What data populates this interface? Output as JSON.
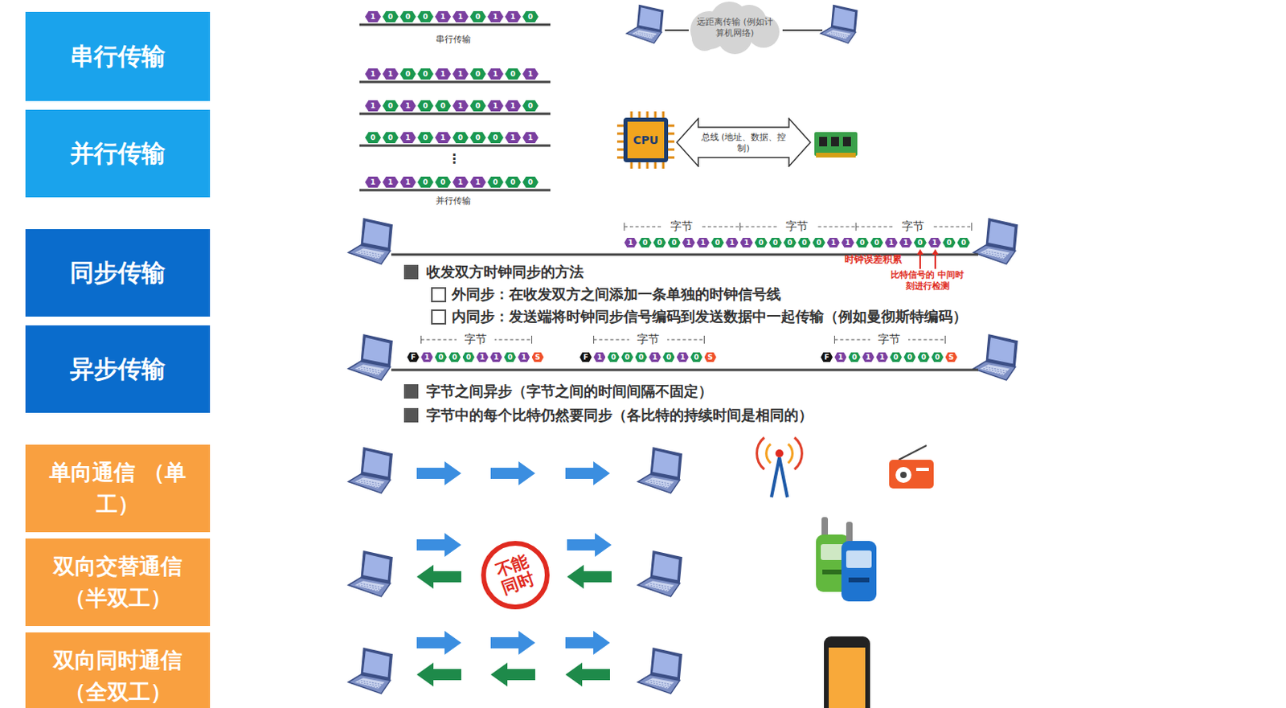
{
  "diagram": {
    "nodes": [
      {
        "text": [
          "串行传输"
        ]
      },
      {
        "text": [
          "并行传输"
        ]
      },
      {
        "text": [
          "同步传输"
        ]
      },
      {
        "text": [
          "异步传输"
        ]
      },
      {
        "text": [
          "单向通信 （单工）"
        ]
      },
      {
        "text": [
          "双向交替通信 （半双工）"
        ]
      },
      {
        "text": [
          "双向同时通信 （全双工）"
        ]
      },
      {
        "text": [
          "远距离传输 (例如计算机网络)"
        ]
      },
      {
        "text": [
          "CPU"
        ]
      },
      {
        "text": [
          "总线 (地址、数据、控制)"
        ]
      },
      {
        "text": [
          "不能 同时"
        ]
      }
    ],
    "labels": [
      "1",
      "0",
      "0",
      "0",
      "1",
      "1",
      "0",
      "1",
      "1",
      "0",
      "串行传输",
      "1",
      "1",
      "0",
      "0",
      "1",
      "1",
      "0",
      "1",
      "0",
      "1",
      "1",
      "0",
      "1",
      "0",
      "0",
      "1",
      "0",
      "1",
      "1",
      "0",
      "0",
      "0",
      "1",
      "0",
      "1",
      "0",
      "0",
      "0",
      "1",
      "1",
      "⋮",
      "1",
      "1",
      "1",
      "0",
      "0",
      "1",
      "1",
      "0",
      "0",
      "0",
      "并行传输",
      "字节",
      "字节",
      "字节",
      "1",
      "0",
      "0",
      "0",
      "1",
      "1",
      "0",
      "1",
      "1",
      "0",
      "0",
      "0",
      "0",
      "0",
      "1",
      "1",
      "0",
      "0",
      "1",
      "1",
      "0",
      "1",
      "0",
      "0",
      "收发双方时钟同步的方法",
      "外同步：在收发双方之间添加一条单独的时钟信号线",
      "内同步：发送端将时钟同步信号编码到发送数据中一起传输（例如曼彻斯特编码）",
      "时钟误差积累",
      "比特信号的 中间时刻进行检测",
      "字节",
      "字节",
      "字节",
      "F",
      "1",
      "0",
      "0",
      "0",
      "1",
      "1",
      "0",
      "1",
      "S",
      "F",
      "1",
      "0",
      "0",
      "0",
      "1",
      "0",
      "1",
      "0",
      "S",
      "F",
      "1",
      "0",
      "1",
      "1",
      "0",
      "0",
      "0",
      "0",
      "S",
      "字节之间异步（字节之间的时间间隔不固定）",
      "字节中的每个比特仍然要同步（各比特的持续时间是相同的）"
    ]
  }
}
